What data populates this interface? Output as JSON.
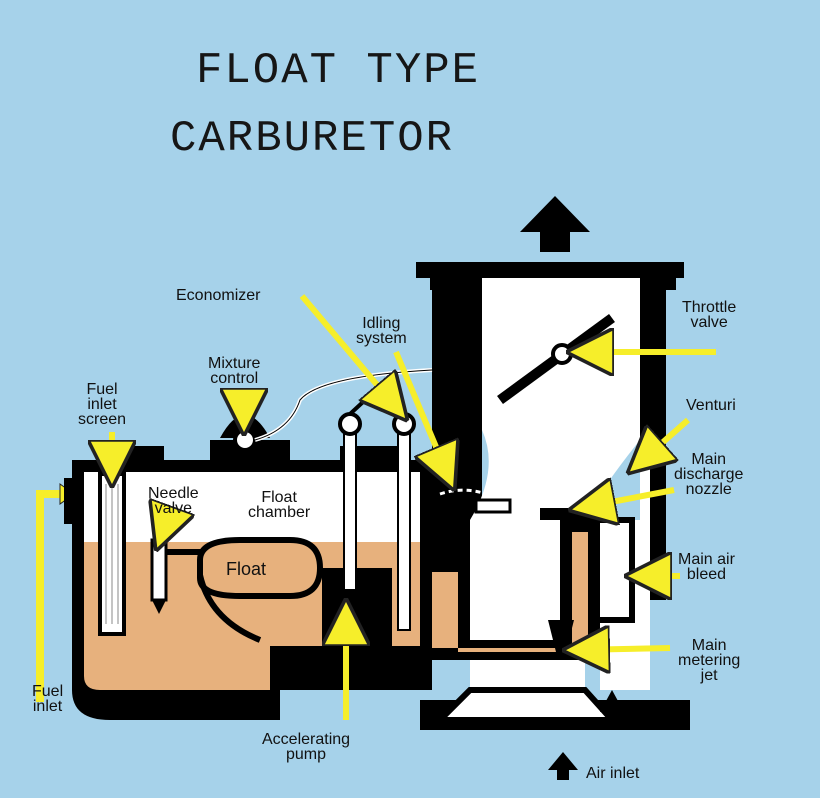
{
  "title": {
    "line1": "FLOAT TYPE",
    "line2": "CARBURETOR"
  },
  "labels": {
    "economizer": "Economizer",
    "idling_system": [
      "Idling",
      "system"
    ],
    "throttle_valve": [
      "Throttle",
      "valve"
    ],
    "mixture_control": [
      "Mixture",
      "control"
    ],
    "fuel_inlet_screen": [
      "Fuel",
      "inlet",
      "screen"
    ],
    "venturi": "Venturi",
    "main_discharge_nozzle": [
      "Main",
      "discharge",
      "nozzle"
    ],
    "needle_valve": [
      "Needle",
      "valve"
    ],
    "float_chamber": [
      "Float",
      "chamber"
    ],
    "float": "Float",
    "main_air_bleed": [
      "Main air",
      "bleed"
    ],
    "main_metering_jet": [
      "Main",
      "metering",
      "jet"
    ],
    "fuel_inlet": [
      "Fuel",
      "inlet"
    ],
    "accelerating_pump": [
      "Accelerating",
      "pump"
    ],
    "air_inlet": "Air inlet"
  },
  "colors": {
    "background": "#a6d2ea",
    "body": "#000000",
    "fuel": "#e7b17d",
    "chamber": "#ffffff",
    "pointer": "#f6ee2a"
  }
}
